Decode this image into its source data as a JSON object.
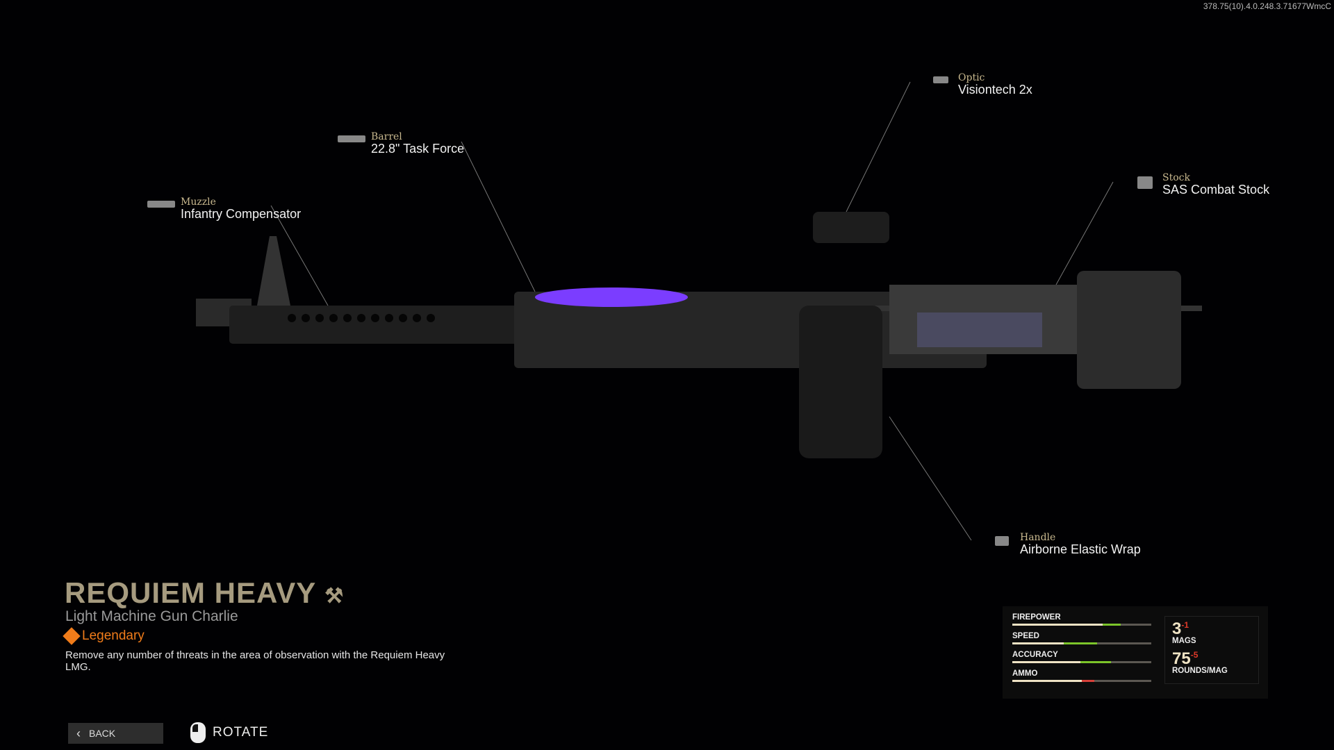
{
  "version": "378.75(10).4.0.248.3.71677WmcC",
  "attachments": [
    {
      "type": "Muzzle",
      "name": "Infantry Compensator"
    },
    {
      "type": "Barrel",
      "name": "22.8\" Task Force"
    },
    {
      "type": "Optic",
      "name": "Visiontech 2x"
    },
    {
      "type": "Stock",
      "name": "SAS Combat Stock"
    },
    {
      "type": "Handle",
      "name": "Airborne Elastic Wrap"
    }
  ],
  "weapon": {
    "name": "REQUIEM HEAVY",
    "class": "Light Machine Gun Charlie",
    "rarity": "Legendary",
    "rarity_color": "#f07c1a",
    "description": "Remove any number of threats in the area of observation with the Requiem Heavy LMG."
  },
  "stats": [
    {
      "label": "FIREPOWER",
      "base": 0.65,
      "modified": 0.78,
      "delta_color": "#7cc52a"
    },
    {
      "label": "SPEED",
      "base": 0.37,
      "modified": 0.61,
      "delta_color": "#7cc52a"
    },
    {
      "label": "ACCURACY",
      "base": 0.49,
      "modified": 0.71,
      "delta_color": "#7cc52a"
    },
    {
      "label": "AMMO",
      "base": 0.5,
      "modified": 0.59,
      "delta_color": "#d8403a"
    }
  ],
  "ammo": {
    "mags": "3",
    "mags_delta": "-1",
    "mags_label": "MAGS",
    "rounds": "75",
    "rounds_delta": "-5",
    "rounds_label": "ROUNDS/MAG"
  },
  "footer": {
    "back": "BACK",
    "rotate": "ROTATE"
  }
}
